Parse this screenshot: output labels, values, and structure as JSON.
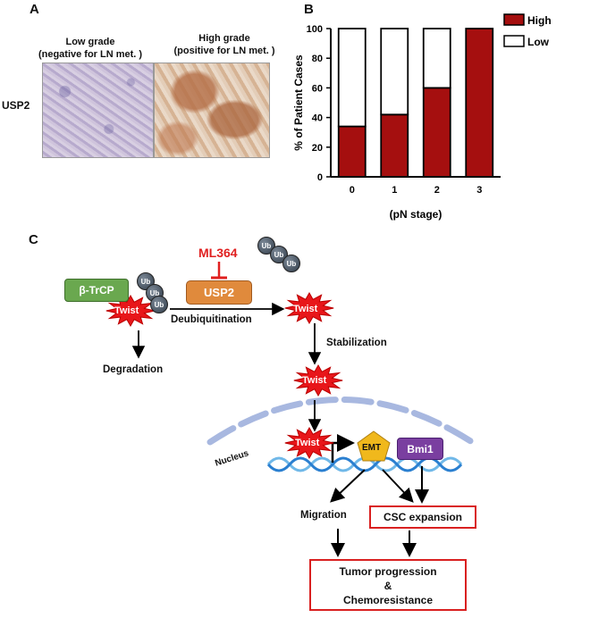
{
  "panel_a": {
    "letter": "A",
    "row_label": "USP2",
    "col_low": [
      "Low grade",
      "(negative for LN met. )"
    ],
    "col_high": [
      "High grade",
      "(positive for LN met. )"
    ]
  },
  "panel_b": {
    "letter": "B"
  },
  "chart_data": {
    "type": "bar",
    "stacked": true,
    "categories": [
      "0",
      "1",
      "2",
      "3"
    ],
    "series": [
      {
        "name": "High",
        "values": [
          34,
          42,
          60,
          100
        ],
        "color": "#a50f0f"
      },
      {
        "name": "Low",
        "values": [
          66,
          58,
          40,
          0
        ],
        "color": "#ffffff"
      }
    ],
    "xlabel": "(pN stage)",
    "ylabel": "% of Patient Cases",
    "ylim": [
      0,
      100
    ],
    "yticks": [
      "0",
      "20",
      "40",
      "60",
      "80",
      "100"
    ],
    "legend_placement": "top-right"
  },
  "panel_c": {
    "letter": "C",
    "inhibitor": "ML364",
    "usp2": "USP2",
    "btrcp": "β-TrCP",
    "twist": "Twist",
    "ub": "Ub",
    "deubiquitination": "Deubiquitination",
    "degradation": "Degradation",
    "stabilization": "Stabilization",
    "nucleus": "Nucleus",
    "emt": "EMT",
    "bmi1": "Bmi1",
    "migration": "Migration",
    "csc": "CSC expansion",
    "outcome_1": "Tumor progression",
    "outcome_amp": "&",
    "outcome_2": "Chemoresistance",
    "colors": {
      "inhibitor": "#e02020",
      "usp2": "#e08a3c",
      "btrcp": "#6aa84f",
      "twist": "#e8161a",
      "emt": "#f0b81c",
      "bmi1": "#7a3fa0",
      "nucleus": "#a8b8e0"
    }
  }
}
